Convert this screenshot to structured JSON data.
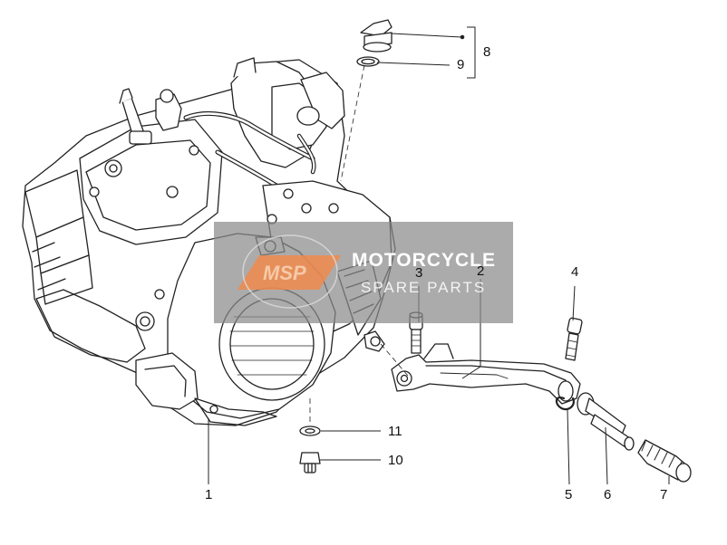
{
  "diagram": {
    "type": "exploded-parts-diagram",
    "subject": "engine assembly with kick-start lever",
    "line_color": "#222222",
    "part_fill": "#ffffff"
  },
  "callouts": [
    {
      "id": "1",
      "label": "1"
    },
    {
      "id": "2",
      "label": "2"
    },
    {
      "id": "3",
      "label": "3"
    },
    {
      "id": "4",
      "label": "4"
    },
    {
      "id": "5",
      "label": "5"
    },
    {
      "id": "6",
      "label": "6"
    },
    {
      "id": "7",
      "label": "7"
    },
    {
      "id": "8",
      "label": "8"
    },
    {
      "id": "9",
      "label": "9"
    },
    {
      "id": "10",
      "label": "10"
    },
    {
      "id": "11",
      "label": "11"
    }
  ],
  "watermark": {
    "logo_text": "MSP",
    "title": "MOTORCYCLE",
    "subtitle": "SPARE PARTS",
    "box_color": "#8a8a8a",
    "logo_color": "#f08a4b"
  }
}
